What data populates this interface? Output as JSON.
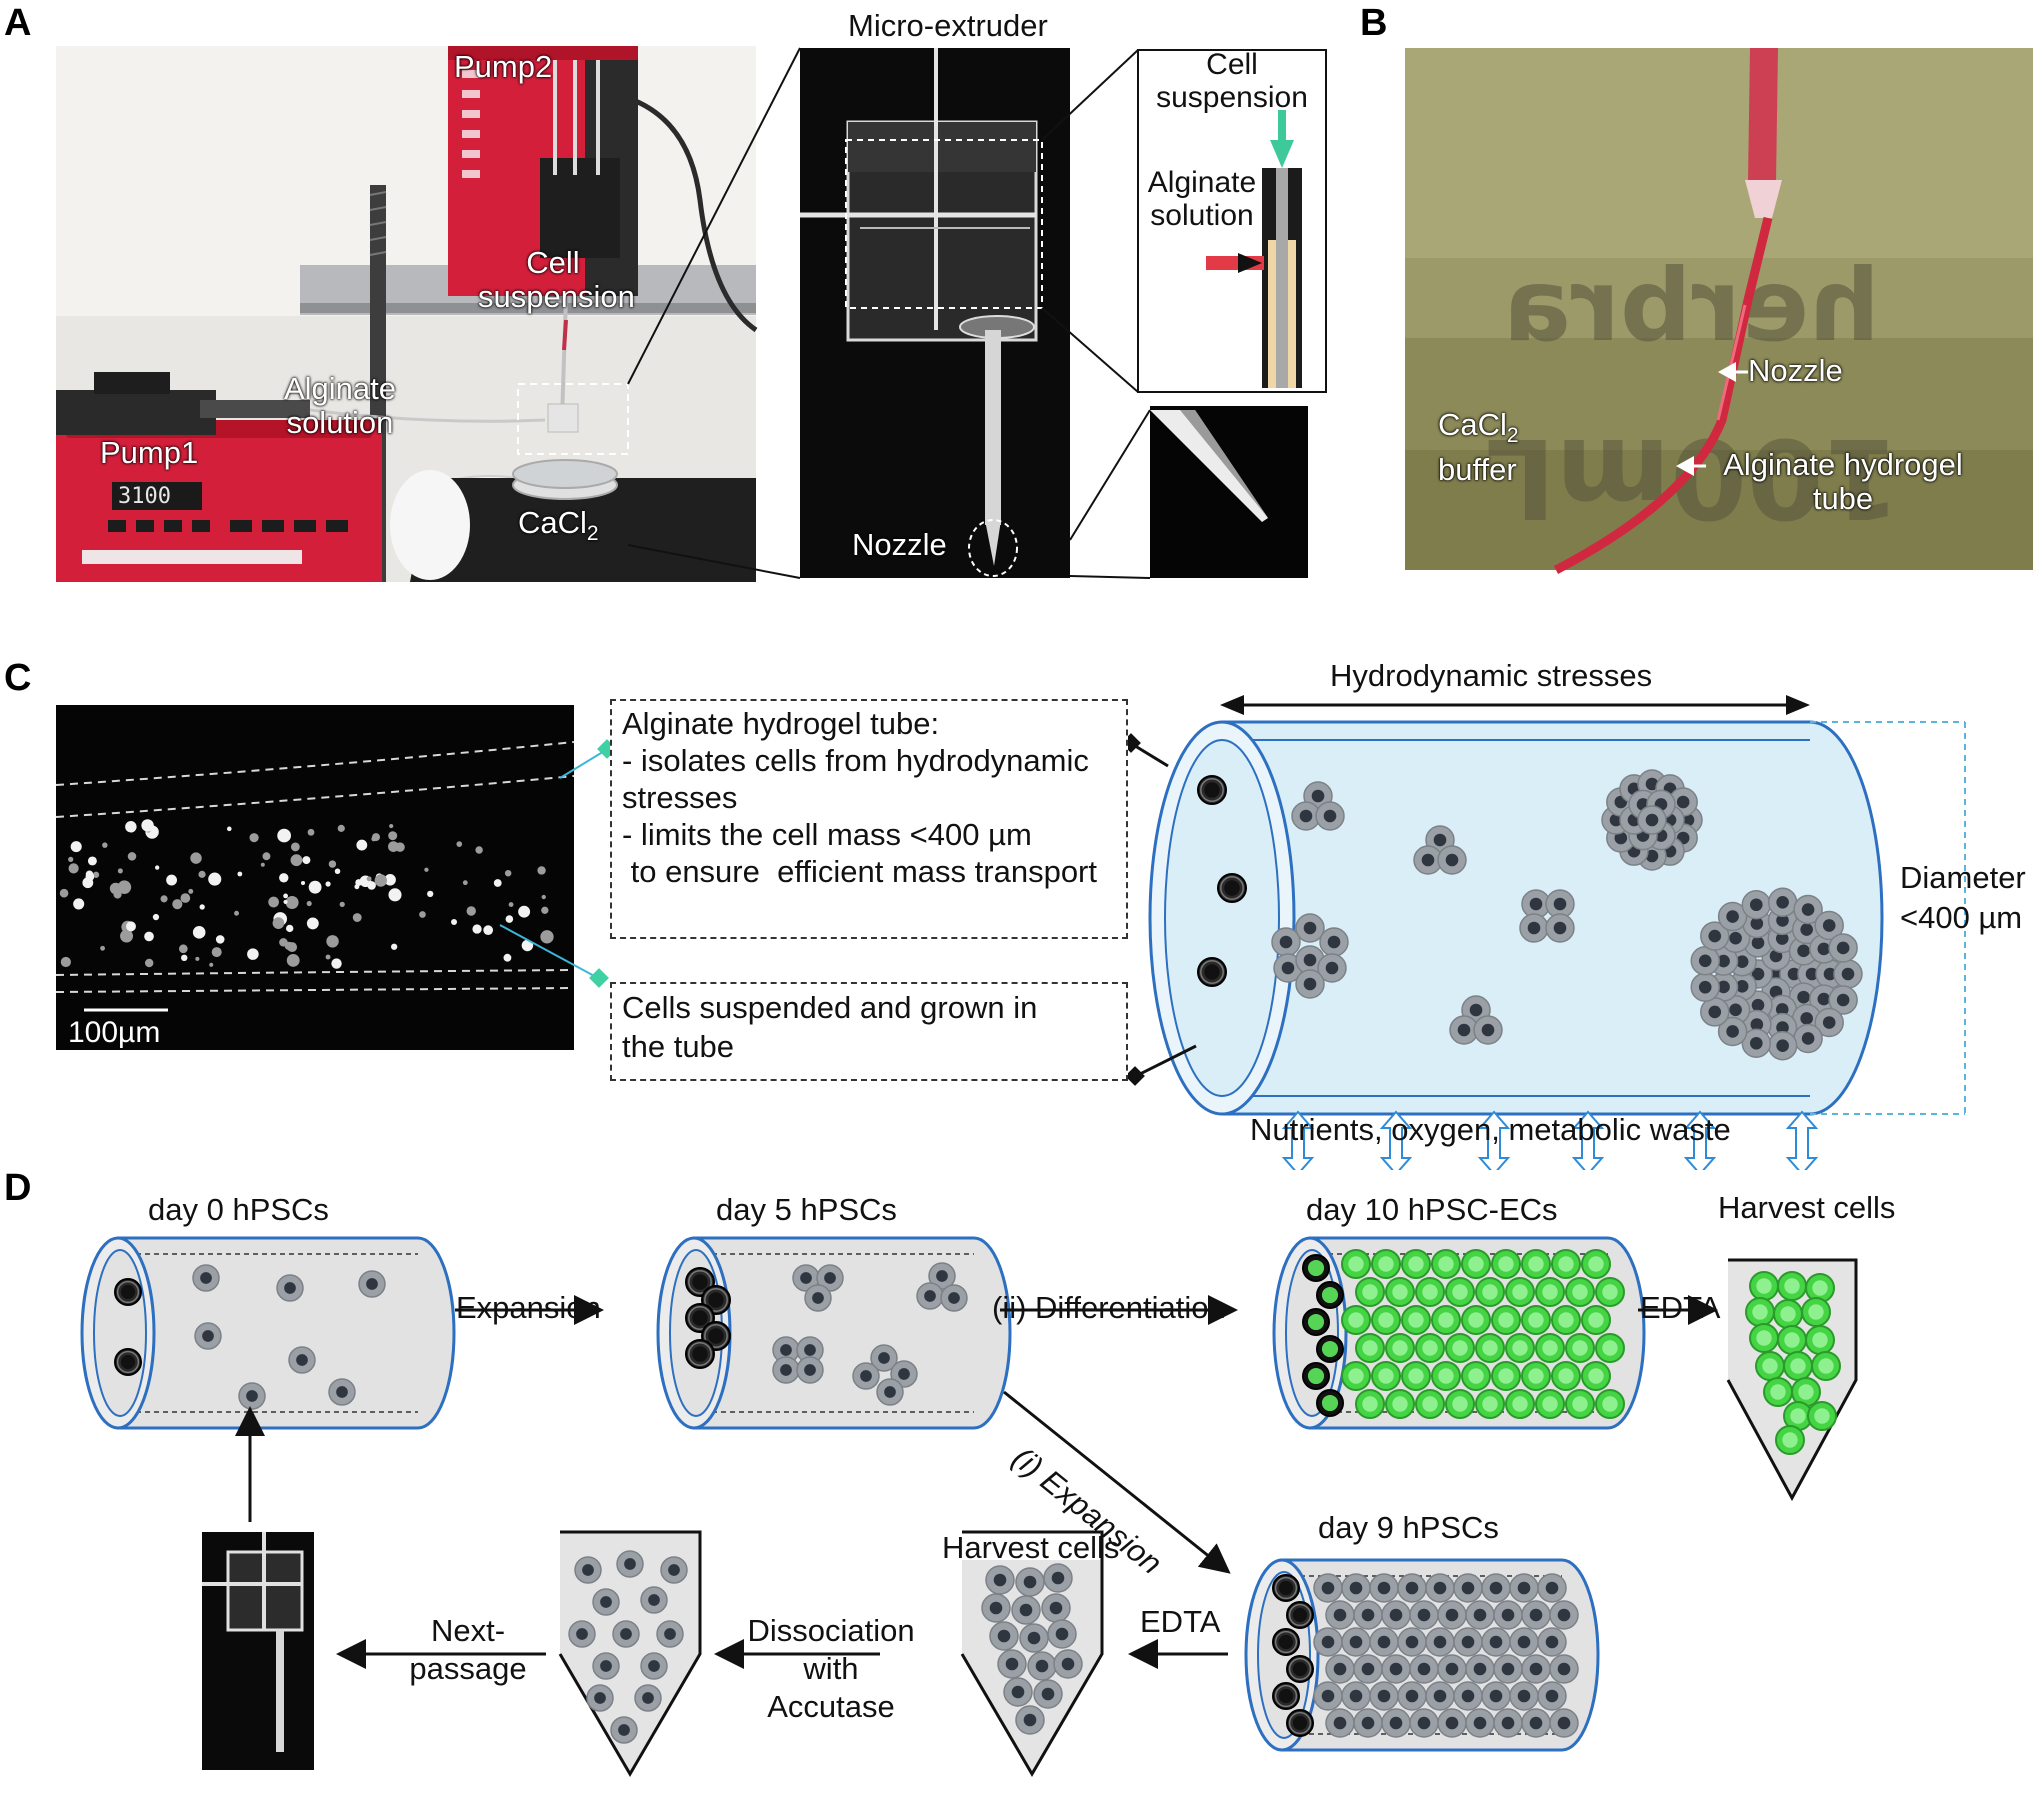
{
  "panels": {
    "a": "A",
    "b": "B",
    "c": "C",
    "d": "D"
  },
  "panel_a": {
    "micro_extruder": "Micro-extruder",
    "pump2": "Pump2",
    "pump1": "Pump1",
    "cell_suspension_1": "Cell",
    "cell_suspension_2": "suspension",
    "alginate_1": "Alginate",
    "alginate_2": "solution",
    "cacl2_base": "CaCl",
    "cacl2_sub": "2",
    "nozzle": "Nozzle",
    "pump_display": "3100",
    "inset_cell_1": "Cell",
    "inset_cell_2": "suspension",
    "inset_alg_1": "Alginate",
    "inset_alg_2": "solution"
  },
  "panel_b": {
    "cacl2_base": "CaCl",
    "cacl2_sub": "2",
    "buffer": "buffer",
    "nozzle": "Nozzle",
    "tube_1": "Alginate hydrogel",
    "tube_2": "tube"
  },
  "panel_c": {
    "scale": "100µm",
    "box1_lines": [
      "Alginate hydrogel tube:",
      "- isolates cells from hydrodynamic",
      "stresses",
      "- limits the cell mass <400 µm",
      " to ensure  efficient mass transport"
    ],
    "box2_lines": [
      "Cells suspended and grown in",
      "the tube"
    ],
    "hydro": "Hydrodynamic stresses",
    "diam_1": "Diameter",
    "diam_2": "<400 µm",
    "nutrients": "Nutrients, oxygen, metabolic waste"
  },
  "panel_d": {
    "day0": "day 0 hPSCs",
    "day5": "day 5 hPSCs",
    "day10": "day 10 hPSC-ECs",
    "day9": "day 9 hPSCs",
    "harvest_top": "Harvest cells",
    "harvest_bottom": "Harvest cells",
    "expansion": "Expansion",
    "differentiation": "(ii) Differentiation",
    "i_expansion": "(i) Expansion",
    "edta_top": "EDTA",
    "edta_bottom": "EDTA",
    "dissoc_1": "Dissociation",
    "dissoc_2": "with Accutase",
    "next_1": "Next-",
    "next_2": "passage"
  },
  "colors": {
    "tube_blue": "#3a7bc8",
    "green": "#44d444",
    "pump_red": "#d41f3a"
  }
}
